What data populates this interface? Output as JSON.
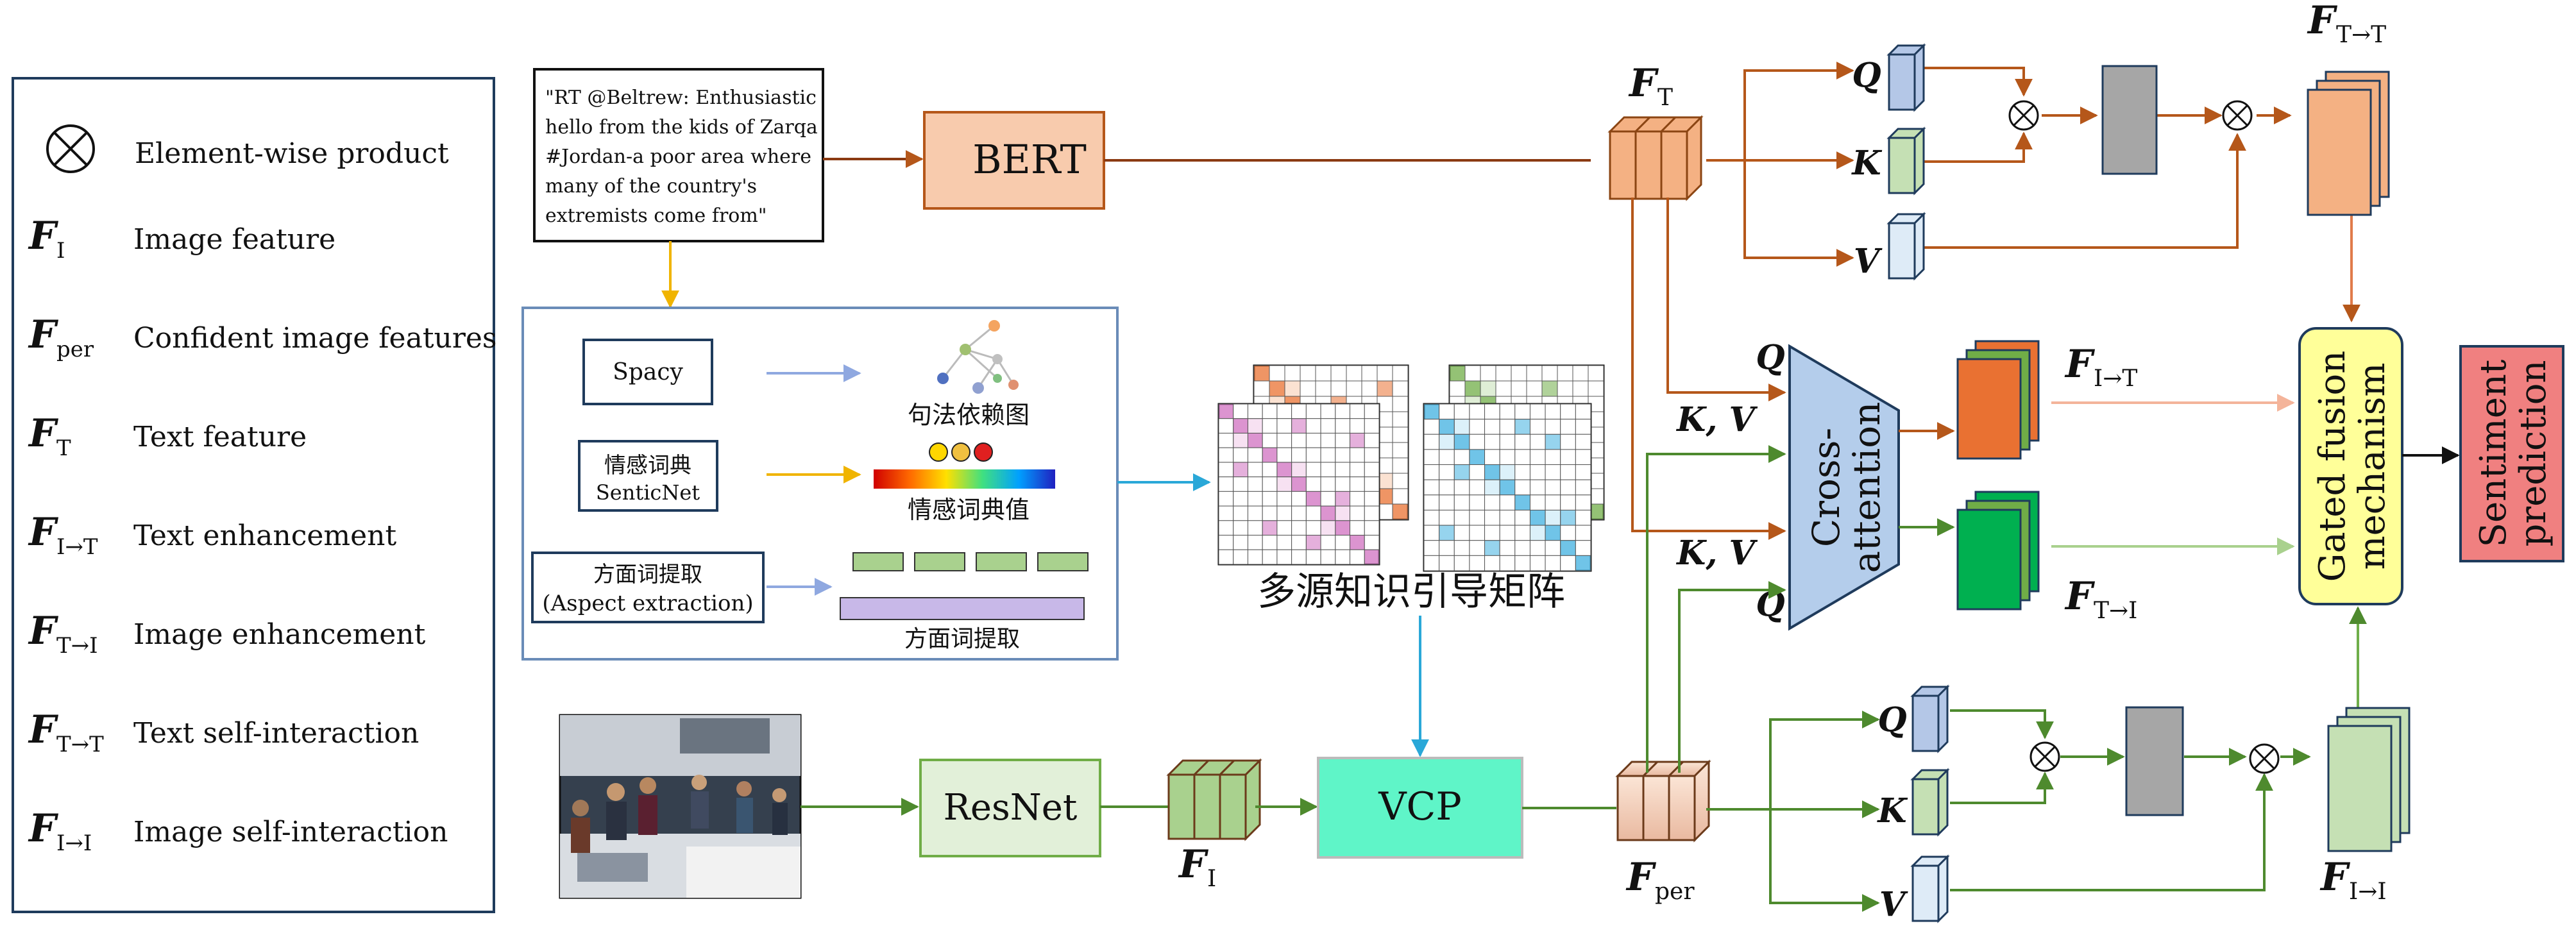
{
  "legend": {
    "product_symbol_desc": "Element-wise product",
    "items": [
      {
        "sub": "I",
        "desc": "Image feature"
      },
      {
        "sub": "per",
        "desc": "Confident image features"
      },
      {
        "sub": "T",
        "desc": "Text feature"
      },
      {
        "sub": "I→T",
        "desc": "Text enhancement"
      },
      {
        "sub": "T→I",
        "desc": "Image enhancement"
      },
      {
        "sub": "T→T",
        "desc": "Text self-interaction"
      },
      {
        "sub": "I→I",
        "desc": "Image self-interaction"
      }
    ]
  },
  "tweet_lines": [
    "\"RT @Beltrew: Enthusiastic",
    "hello from the kids of Zarqa",
    "#Jordan-a poor area where",
    "many of the country's",
    "extremists come from\""
  ],
  "modules": {
    "bert": "BERT",
    "resnet": "ResNet",
    "vcp": "VCP",
    "cross_attention_1": "Cross-",
    "cross_attention_2": "attention",
    "gated_1": "Gated fusion",
    "gated_2": "mechanism",
    "sentiment_1": "Sentiment",
    "sentiment_2": "prediction"
  },
  "knowledge": {
    "spacy": "Spacy",
    "syntax_graph": "句法依赖图",
    "lexicon_1": "情感词典",
    "lexicon_2": "SenticNet",
    "lexicon_value": "情感词典值",
    "aspect_1": "方面词提取",
    "aspect_2": "(Aspect extraction)",
    "aspect_label": "方面词提取",
    "matrix_caption": "多源知识引导矩阵"
  },
  "features": {
    "F": "F",
    "sub_T": "T",
    "sub_I": "I",
    "sub_per": "per",
    "sub_TT": "T→T",
    "sub_IT": "I→T",
    "sub_TI": "T→I",
    "sub_II": "I→I"
  },
  "qkv": {
    "Q": "Q",
    "K": "K",
    "V": "V",
    "KV": "K, V"
  },
  "colors": {
    "text_path": "#B5571A",
    "image_path": "#4E8A2E",
    "knowledge_path": "#2AA8D8",
    "tweet_arrow": "#F0B400",
    "orange_feature": "#F4B183",
    "green_feature": "#C5E0B4",
    "bert_fill": "#F8CBAD",
    "resnet_fill": "#E2F0D9",
    "vcp_fill": "#5FF5C8",
    "cross_fill": "#B4CDEB",
    "gated_fill": "#FFFF99",
    "sentiment_fill": "#F08080",
    "pink_matrix": "#D070C0",
    "blue_matrix": "#40B0E0"
  }
}
